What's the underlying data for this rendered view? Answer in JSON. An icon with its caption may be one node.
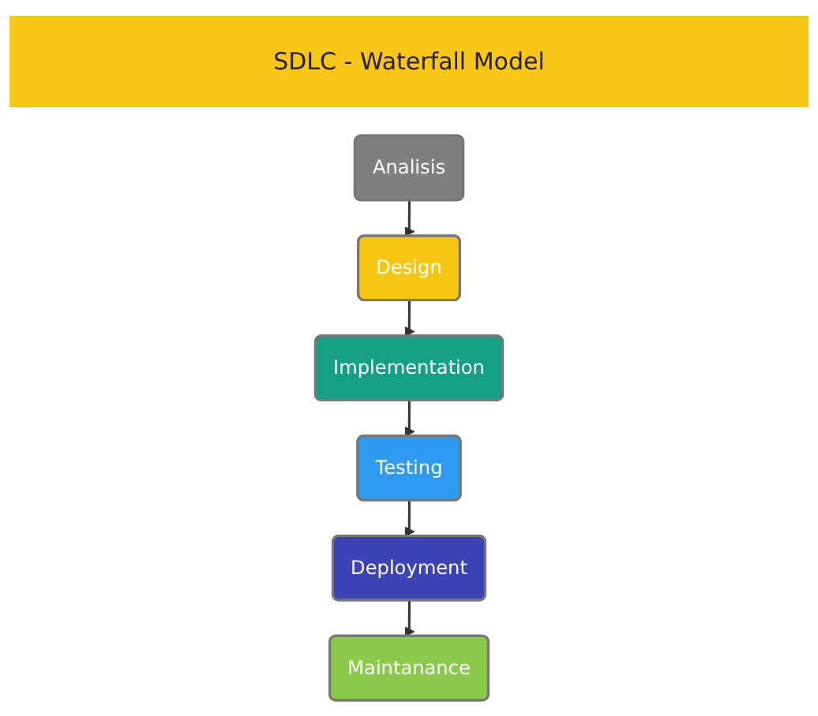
{
  "diagram": {
    "title": "SDLC - Waterfall Model",
    "nodes": [
      {
        "text": [
          "Analisis"
        ]
      },
      {
        "text": [
          "Design"
        ]
      },
      {
        "text": [
          "Implementation"
        ]
      },
      {
        "text": [
          "Testing"
        ]
      },
      {
        "text": [
          "Deployment"
        ]
      },
      {
        "text": [
          "Maintanance"
        ]
      }
    ],
    "edges": [
      {
        "from": 0,
        "to": 1,
        "arrow": "to"
      },
      {
        "from": 1,
        "to": 2,
        "arrow": "to"
      },
      {
        "from": 2,
        "to": 3,
        "arrow": "to"
      },
      {
        "from": 3,
        "to": 4,
        "arrow": "to"
      },
      {
        "from": 4,
        "to": 5,
        "arrow": "to"
      }
    ]
  }
}
